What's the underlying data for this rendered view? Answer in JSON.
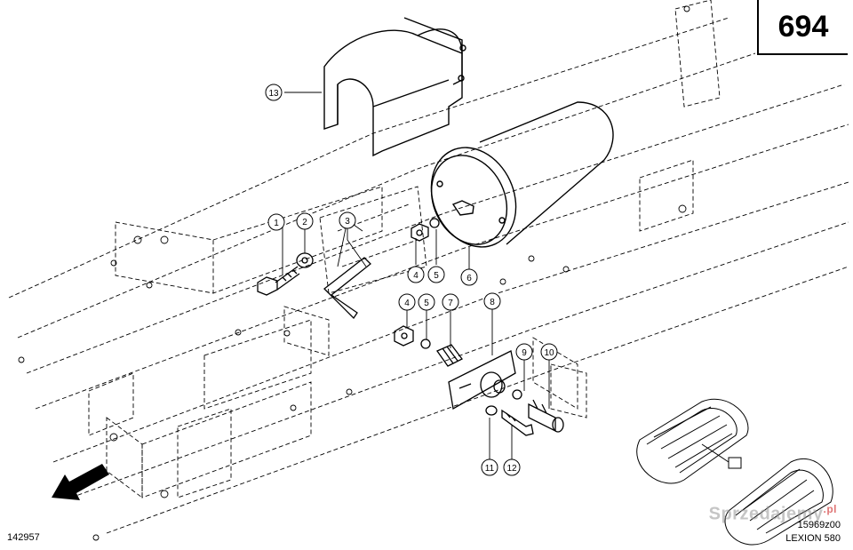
{
  "page_number": "694",
  "drawing_number": "142957",
  "figure_ref": "15969z00",
  "model": "LEXION 580",
  "watermark": {
    "text": "Sprzedajemy",
    "suffix": ".pl"
  },
  "callouts": [
    {
      "id": "c1",
      "label": "1"
    },
    {
      "id": "c2",
      "label": "2"
    },
    {
      "id": "c3",
      "label": "3"
    },
    {
      "id": "c4a",
      "label": "4"
    },
    {
      "id": "c5a",
      "label": "5"
    },
    {
      "id": "c6",
      "label": "6"
    },
    {
      "id": "c4b",
      "label": "4"
    },
    {
      "id": "c5b",
      "label": "5"
    },
    {
      "id": "c7",
      "label": "7"
    },
    {
      "id": "c8",
      "label": "8"
    },
    {
      "id": "c9",
      "label": "9"
    },
    {
      "id": "c10",
      "label": "10"
    },
    {
      "id": "c11",
      "label": "11"
    },
    {
      "id": "c12",
      "label": "12"
    },
    {
      "id": "c13",
      "label": "13"
    }
  ]
}
